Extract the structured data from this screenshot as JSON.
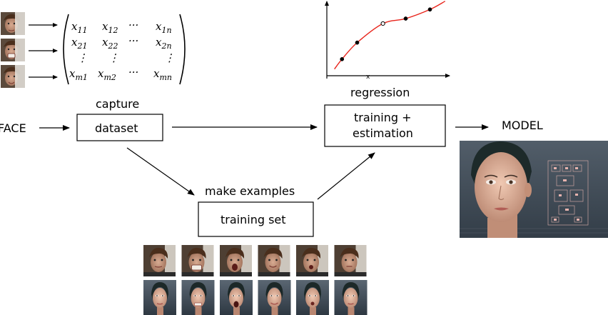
{
  "labels": {
    "face": "FACE",
    "capture": "capture",
    "dataset": "dataset",
    "regression": "regression",
    "training_estimation_line1": "training +",
    "training_estimation_line2": "estimation",
    "model": "MODEL",
    "make_examples": "make examples",
    "training_set": "training set"
  },
  "matrix": {
    "rows": [
      [
        "x",
        "11",
        "x",
        "12",
        "···",
        "",
        "x",
        "1n"
      ],
      [
        "x",
        "21",
        "x",
        "22",
        "···",
        "",
        "x",
        "2n"
      ],
      [
        "⋮",
        "",
        "⋮",
        "",
        "",
        "",
        "⋮",
        ""
      ],
      [
        "x",
        "m1",
        "x",
        "m2",
        "···",
        "",
        "x",
        "mn"
      ]
    ]
  },
  "regression_plot": {
    "points": [
      [
        1,
        2
      ],
      [
        2,
        4
      ],
      [
        3.7,
        6.3
      ],
      [
        5.2,
        6.9
      ],
      [
        6.8,
        8.0
      ]
    ],
    "hollow_point_index": 2,
    "curve_color": "#e8241b",
    "marker": "x"
  },
  "thumbnails": {
    "input_faces": 3,
    "training_faces": 6,
    "training_avatars": 6
  },
  "colors": {
    "avatar_bg": "#3d4a56",
    "skin_real": "#c99a82",
    "hair_real": "#4a2e1c",
    "model_panel_bg": "#4a5560"
  }
}
